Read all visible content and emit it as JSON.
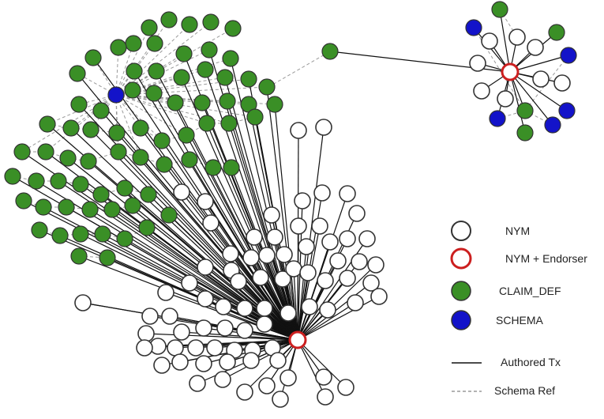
{
  "colors": {
    "nym_fill": "#ffffff",
    "nym_stroke": "#333333",
    "endorser_stroke": "#cc1f1f",
    "claim_def_fill": "#3a8f26",
    "schema_fill": "#1313c9",
    "authored_edge": "#111111",
    "schema_edge": "#9a9a9a"
  },
  "legend": {
    "nym": "NYM",
    "nym_endorser": "NYM + Endorser",
    "claim_def": "CLAIM_DEF",
    "schema": "SCHEMA",
    "authored_tx": "Authored Tx",
    "schema_ref": "Schema Ref"
  }
}
